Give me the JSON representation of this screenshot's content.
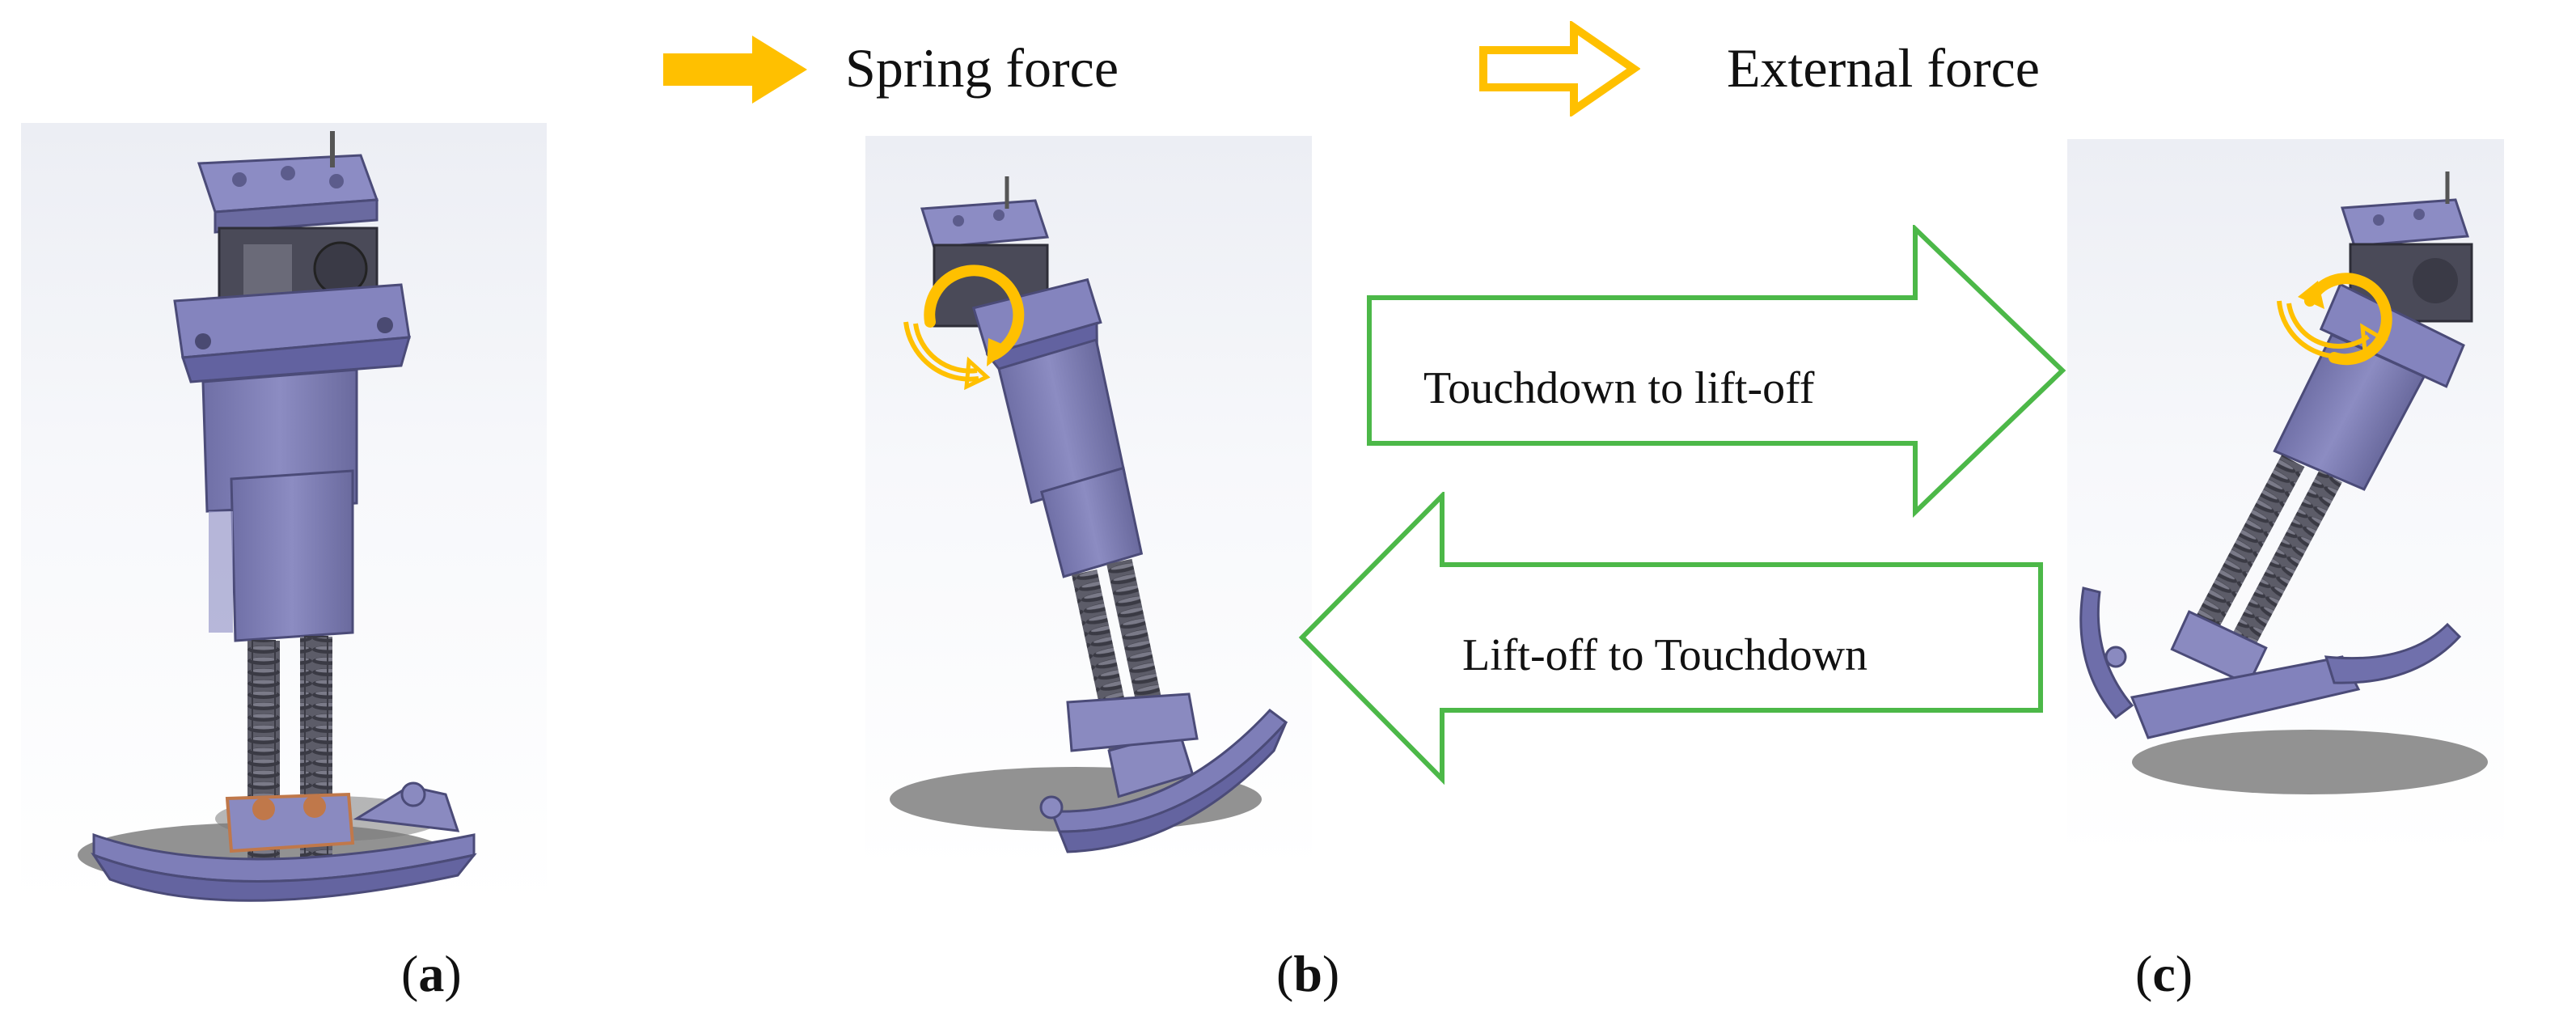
{
  "legend": {
    "spring_force_label": "Spring force",
    "external_force_label": "External force",
    "spring_force_color": "#FFC000",
    "external_force_color": "#FFC000"
  },
  "transitions": {
    "forward_label": "Touchdown to lift-off",
    "backward_label": "Lift-off to Touchdown",
    "arrow_color": "#4CB848"
  },
  "panels": [
    {
      "letter": "a"
    },
    {
      "letter": "b"
    },
    {
      "letter": "c"
    }
  ],
  "colors": {
    "leg_body": "#8282B8",
    "leg_dark": "#5A5A8A",
    "block_dark": "#4A4A5A",
    "spring": "#4A4A55",
    "shadow": "#6E6E6E"
  }
}
